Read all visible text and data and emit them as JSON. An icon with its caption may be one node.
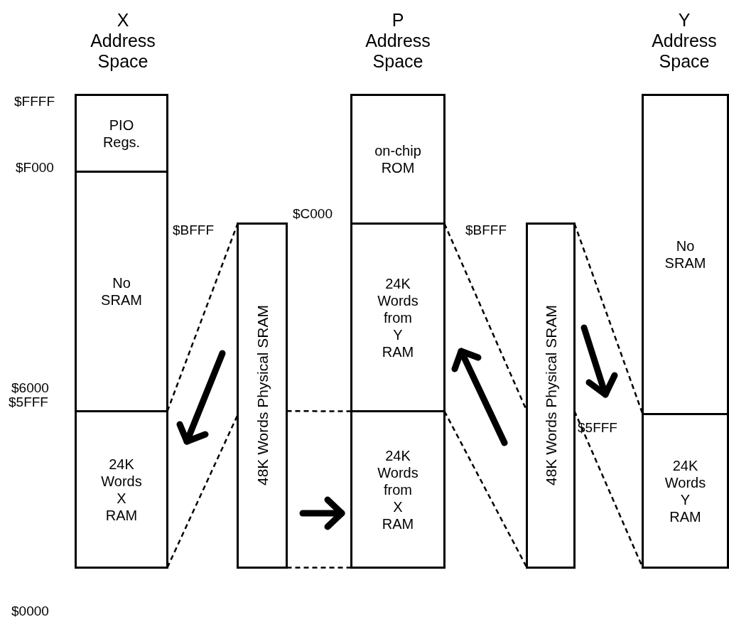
{
  "diagram": {
    "nodes": [
      {
        "text": [
          "PIO Regs."
        ]
      },
      {
        "text": [
          "No SRAM"
        ]
      },
      {
        "text": [
          "24K Words X RAM"
        ]
      },
      {
        "text": [
          "48K Words Physical SRAM"
        ]
      },
      {
        "text": [
          "on-chip ROM"
        ]
      },
      {
        "text": [
          "24K Words from Y RAM"
        ]
      },
      {
        "text": [
          "24K Words from X RAM"
        ]
      },
      {
        "text": [
          "48K Words Physical SRAM"
        ]
      },
      {
        "text": [
          "No SRAM"
        ]
      },
      {
        "text": [
          "24K Words Y RAM"
        ]
      }
    ],
    "edges": [
      {
        "from": 2,
        "to": 3,
        "arrow": "none",
        "style": "dashed"
      },
      {
        "from": 2,
        "to": 3,
        "arrow": "none",
        "style": "dashed"
      },
      {
        "from": 3,
        "to": 6,
        "arrow": "none",
        "style": "dashed"
      },
      {
        "from": 3,
        "to": 6,
        "arrow": "none",
        "style": "dashed"
      },
      {
        "from": 5,
        "to": 7,
        "arrow": "none",
        "style": "dashed"
      },
      {
        "from": 5,
        "to": 7,
        "arrow": "none",
        "style": "dashed"
      },
      {
        "from": 7,
        "to": 9,
        "arrow": "none",
        "style": "dashed"
      },
      {
        "from": 7,
        "to": 9,
        "arrow": "none",
        "style": "dashed"
      }
    ],
    "labels": [
      "X Address Space",
      "P Address Space",
      "Y Address Space",
      "$FFFF",
      "$F000",
      "$C000",
      "$BFFF",
      "$BFFF",
      "$6000",
      "$5FFF",
      "$5FFF",
      "$0000"
    ]
  }
}
